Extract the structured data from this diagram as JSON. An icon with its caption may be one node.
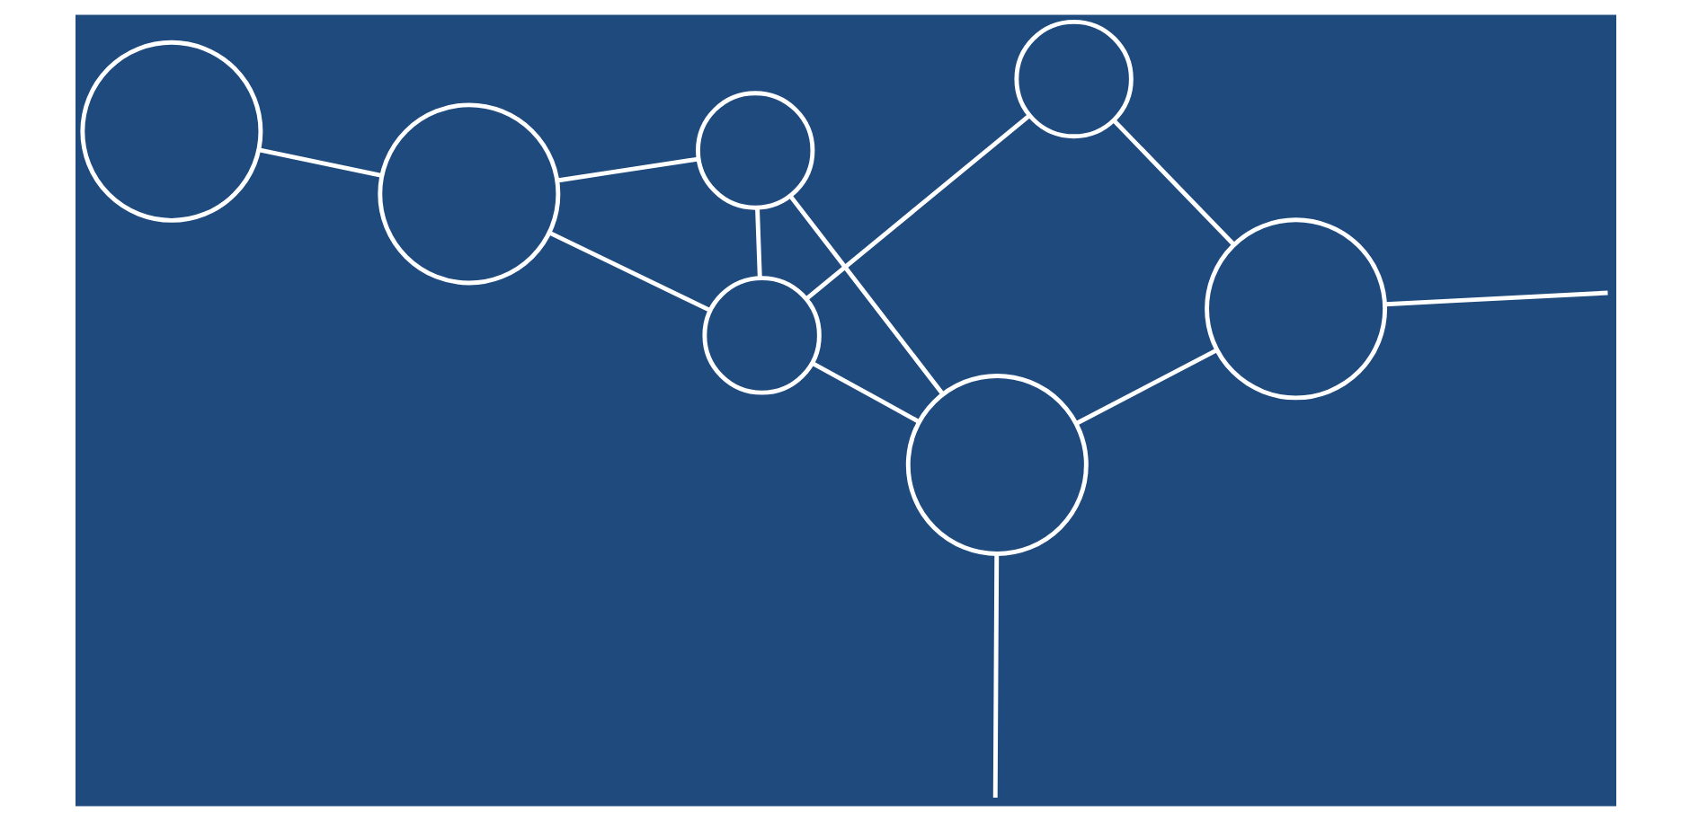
{
  "diagram": {
    "nodes": [
      {
        "text": [],
        "shape": "circle"
      },
      {
        "text": [],
        "shape": "circle"
      },
      {
        "text": [],
        "shape": "circle"
      },
      {
        "text": [],
        "shape": "circle"
      },
      {
        "text": [],
        "shape": "circle"
      },
      {
        "text": [],
        "shape": "circle"
      },
      {
        "text": [],
        "shape": "circle"
      }
    ],
    "edges": [
      {
        "from": 0,
        "to": 2,
        "arrow": "none"
      },
      {
        "from": 0,
        "to": 1,
        "arrow": "none"
      },
      {
        "from": 2,
        "to": 3,
        "arrow": "none"
      },
      {
        "from": 2,
        "to": 5,
        "arrow": "none"
      },
      {
        "from": 2,
        "to": 4,
        "arrow": "none"
      },
      {
        "from": 3,
        "to": 4,
        "arrow": "none"
      },
      {
        "from": 3,
        "to": 6,
        "arrow": "none"
      },
      {
        "from": 1,
        "to": 5,
        "arrow": "none"
      },
      {
        "from": 5,
        "to": 4,
        "arrow": "none"
      },
      {
        "from": 1,
        "to": null,
        "arrow": "none"
      },
      {
        "from": 5,
        "to": null,
        "arrow": "none"
      }
    ]
  }
}
